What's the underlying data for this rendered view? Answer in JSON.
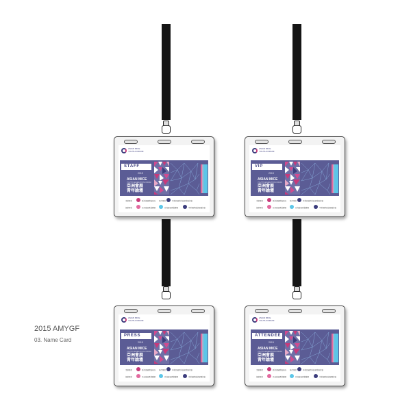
{
  "caption": {
    "title": "2015 AMYGF",
    "subtitle": "03. Name Card"
  },
  "brand": {
    "logo_line1": "ASIAN MICE",
    "logo_line2": "YOUTH FORUM"
  },
  "card_common": {
    "year": "2015",
    "title_en": "ASIAN MICE",
    "title_sub": "YOUTH GENERATION FORUM",
    "title_zh1": "亞洲會展",
    "title_zh2": "青年論壇",
    "sponsor_row1_label": "主辦單位",
    "sponsor_row1_org1": "經濟部國際貿易局",
    "sponsor_row1_label2": "執行單位",
    "sponsor_row1_org2": "中華民國對外貿易發展協會",
    "sponsor_row2_label": "協辦單位",
    "sponsor_row2_org1": "亞洲會展產業聯盟",
    "sponsor_row2_org2": "台灣會展產業聯盟",
    "sponsor_row2_org3": "中華國際會議展覽協會"
  },
  "cards": [
    {
      "role": "STAFF"
    },
    {
      "role": "VIP"
    },
    {
      "role": "PRESS"
    },
    {
      "role": "ATTENDEE"
    }
  ],
  "colors": {
    "navy": "#3c3d7d",
    "band": "#5b5c95",
    "pink": "#c73a7b",
    "magenta": "#d14b8f",
    "light_blue": "#5cc6e8",
    "strap": "#151515"
  },
  "icons": [
    "forum-logo-icon",
    "lanyard-buckle-icon",
    "sponsor-logo-icon"
  ]
}
